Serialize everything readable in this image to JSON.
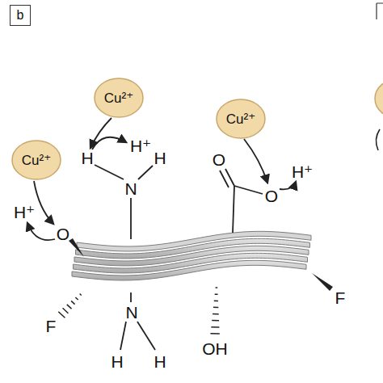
{
  "diagram": {
    "nodes": [
      {
        "text": [
          "b"
        ]
      },
      {
        "text": [
          "Cu²⁺"
        ]
      },
      {
        "text": [
          "Cu²⁺"
        ]
      },
      {
        "text": [
          "Cu²⁺"
        ]
      }
    ],
    "labels": [
      "H⁺",
      "H",
      "H⁺",
      "H",
      "N",
      "O",
      "O",
      "H⁺",
      "O",
      "F",
      "N",
      "OH",
      "F",
      "H",
      "H"
    ]
  }
}
